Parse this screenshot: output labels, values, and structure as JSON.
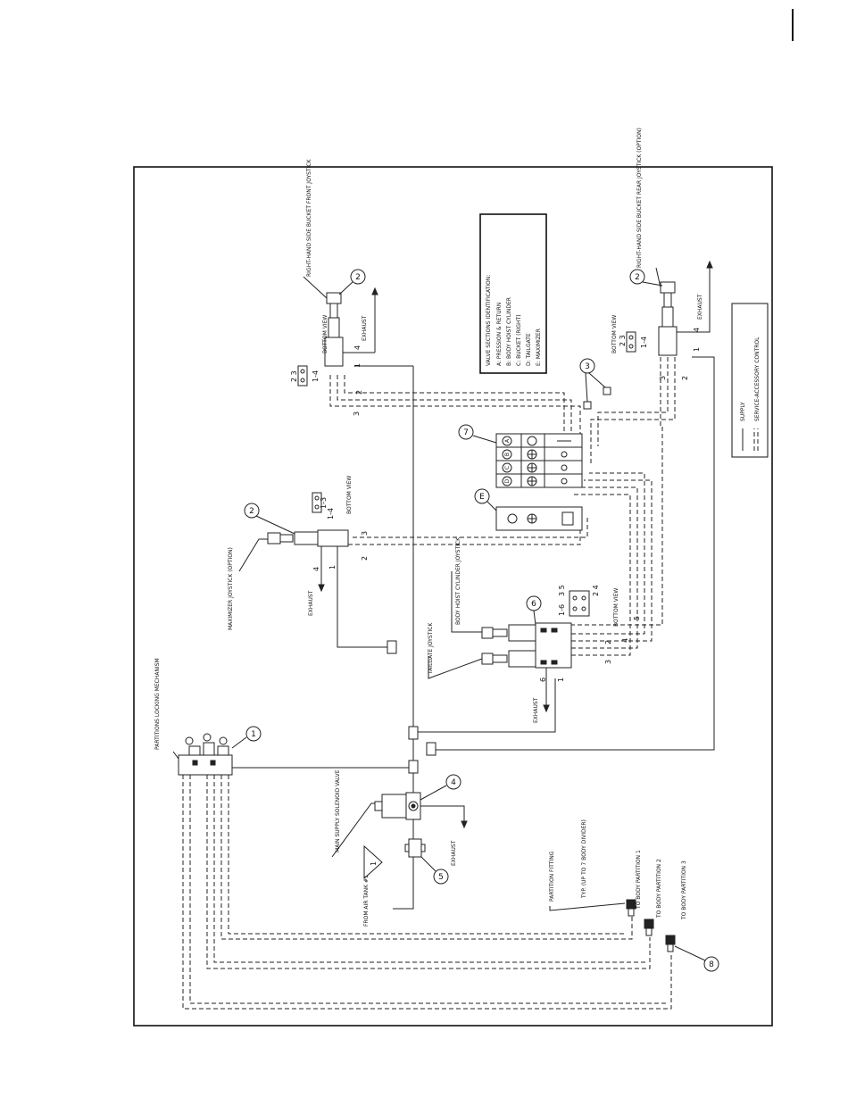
{
  "page": {
    "border_color": "#111111"
  },
  "components": {
    "partitions_locking": "PARTITIONS LOCKING MECHANISM",
    "main_supply_solenoid": "MAIN SUPPLY SOLENOID VALVE",
    "from_air_tank": "FROM AIR TANK #1",
    "exhaust": "EXHAUST",
    "partition_fitting": "PARTITION FITTING",
    "typ_body_divider": "TYP. (UP TO 7 BODY DIVIDER)",
    "to_body_partition_1": "TO BODY PARTITION 1",
    "to_body_partition_2": "TO BODY PARTITION 2",
    "to_body_partition_3": "TO BODY PARTITION 3",
    "maximizer_joystick": "MAXIMIZER JOYSTICK (OPTION)",
    "tailgate_joystick": "TAILGATE JOYSTICK",
    "body_hoist_joystick": "BODY HOIST CYLINDER JOYSTICK",
    "front_joystick": "RIGHT-HAND SIDE BUCKET FRONT JOYSTICK",
    "rear_joystick": "RIGHT-HAND SIDE BUCKET REAR JOYSTICK (OPTION)",
    "bottom_view": "BOTTOM VIEW"
  },
  "valve_legend": {
    "title": "VALVE SECTIONS IDENTIFICATION:",
    "items": [
      "A: PRESSION & RETURN",
      "B: BODY HOIST CYLINDER",
      "C: BUCKET (RIGHT)",
      "D: TAILGATE",
      "E: MAXIMIZER"
    ]
  },
  "line_legend": {
    "supply": "SUPPLY",
    "service_control": "SERVICE-ACCESSORY CONTROL"
  },
  "callouts": {
    "c1": "1",
    "c2": "2",
    "c3": "3",
    "c4": "4",
    "c5": "5",
    "c6": "6",
    "c7": "7",
    "c8": "8",
    "cE": "E",
    "warn": "1"
  },
  "port_labels": {
    "p1": "1",
    "p2": "2",
    "p3": "3",
    "p4": "4",
    "p5": "5",
    "p6": "6",
    "p14": "1-4",
    "p16": "1-6",
    "p23": "2 3",
    "p35": "3 5",
    "p24": "2 4",
    "p13": "1-3"
  },
  "valve_letters": [
    "A",
    "B",
    "C",
    "D"
  ]
}
